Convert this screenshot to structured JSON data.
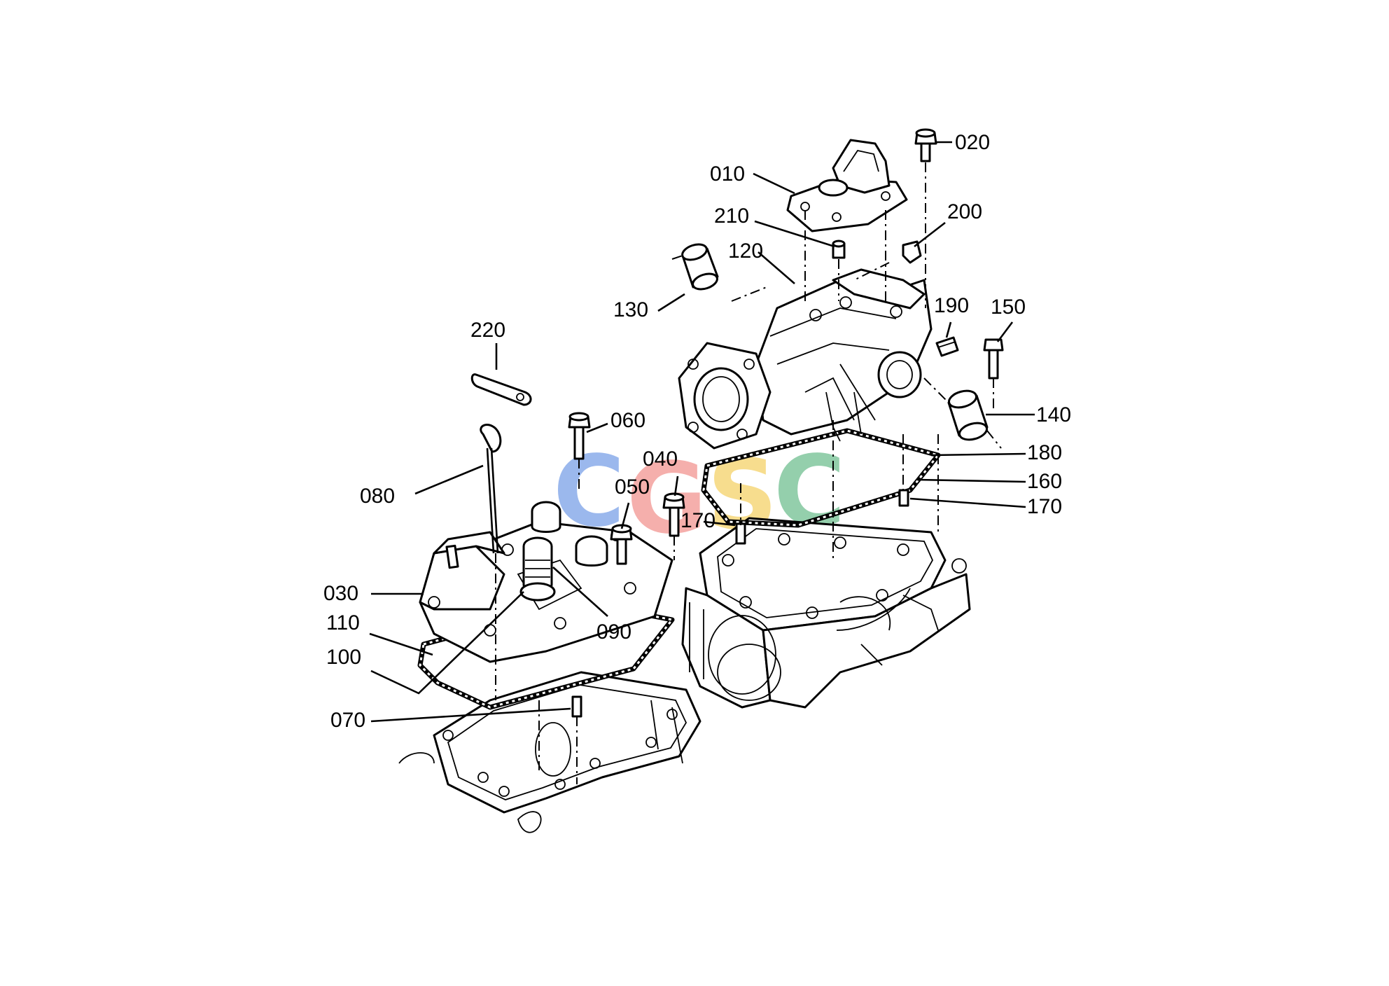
{
  "diagram": {
    "part_labels": {
      "p010": "010",
      "p020": "020",
      "p030": "030",
      "p040": "040",
      "p050": "050",
      "p060": "060",
      "p070": "070",
      "p080": "080",
      "p090": "090",
      "p100": "100",
      "p110": "110",
      "p120": "120",
      "p130": "130",
      "p140": "140",
      "p150": "150",
      "p160": "160",
      "p170a": "170",
      "p170b": "170",
      "p180": "180",
      "p190": "190",
      "p200": "200",
      "p210": "210",
      "p220": "220"
    },
    "watermark": {
      "letters": [
        "C",
        "G",
        "S",
        "C"
      ],
      "colors": [
        "#4a7fe0",
        "#ee6f6a",
        "#f1c232",
        "#3ea86a"
      ]
    }
  }
}
